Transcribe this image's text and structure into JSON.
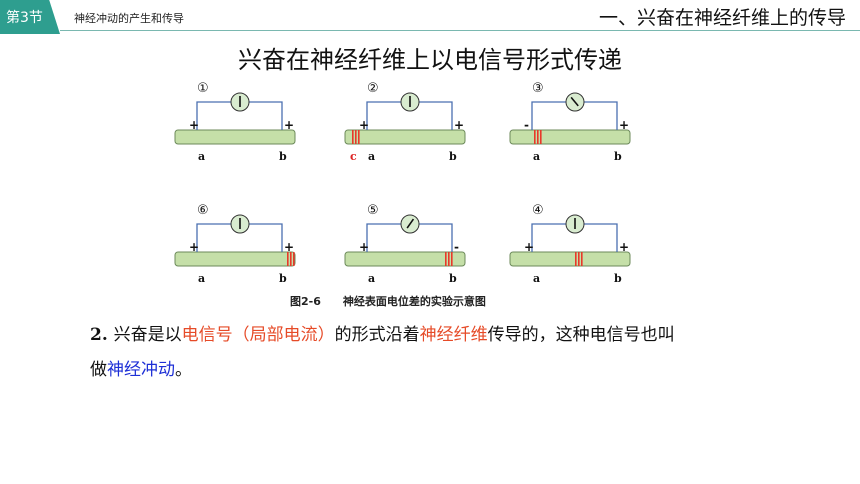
{
  "header": {
    "section_tab": "第3节",
    "lesson_title": "神经冲动的产生和传导",
    "section_heading": "一、兴奋在神经纤维上的传导"
  },
  "main_title": "兴奋在神经纤维上以电信号形式传递",
  "figure": {
    "caption": "图2-6　　神经表面电位差的实验示意图",
    "panels": [
      {
        "num": "①",
        "left_sign": "+",
        "right_sign": "+",
        "labels": [
          "a",
          "b"
        ],
        "extra_label": ""
      },
      {
        "num": "②",
        "left_sign": "+",
        "right_sign": "+",
        "labels": [
          "a",
          "b"
        ],
        "extra_label": "c"
      },
      {
        "num": "③",
        "left_sign": "-",
        "right_sign": "+",
        "labels": [
          "a",
          "b"
        ],
        "extra_label": ""
      },
      {
        "num": "⑥",
        "left_sign": "+",
        "right_sign": "+",
        "labels": [
          "a",
          "b"
        ],
        "extra_label": ""
      },
      {
        "num": "⑤",
        "left_sign": "+",
        "right_sign": "-",
        "labels": [
          "a",
          "b"
        ],
        "extra_label": ""
      },
      {
        "num": "④",
        "left_sign": "+",
        "right_sign": "+",
        "labels": [
          "a",
          "b"
        ],
        "extra_label": ""
      }
    ]
  },
  "paragraph": {
    "number": "2.",
    "p1": "兴奋是以",
    "h1": "电信号（局部电流）",
    "p2": "的形式沿着",
    "h2": "神经纤维",
    "p3": "传导的，这种电信号也叫",
    "p4": "做",
    "h3": "神经冲动",
    "p5": "。"
  },
  "colors": {
    "accent": "#2e9e8f",
    "highlight_red": "#e64b28",
    "highlight_blue": "#1d2fd6",
    "fiber": "#c5dfa8"
  }
}
